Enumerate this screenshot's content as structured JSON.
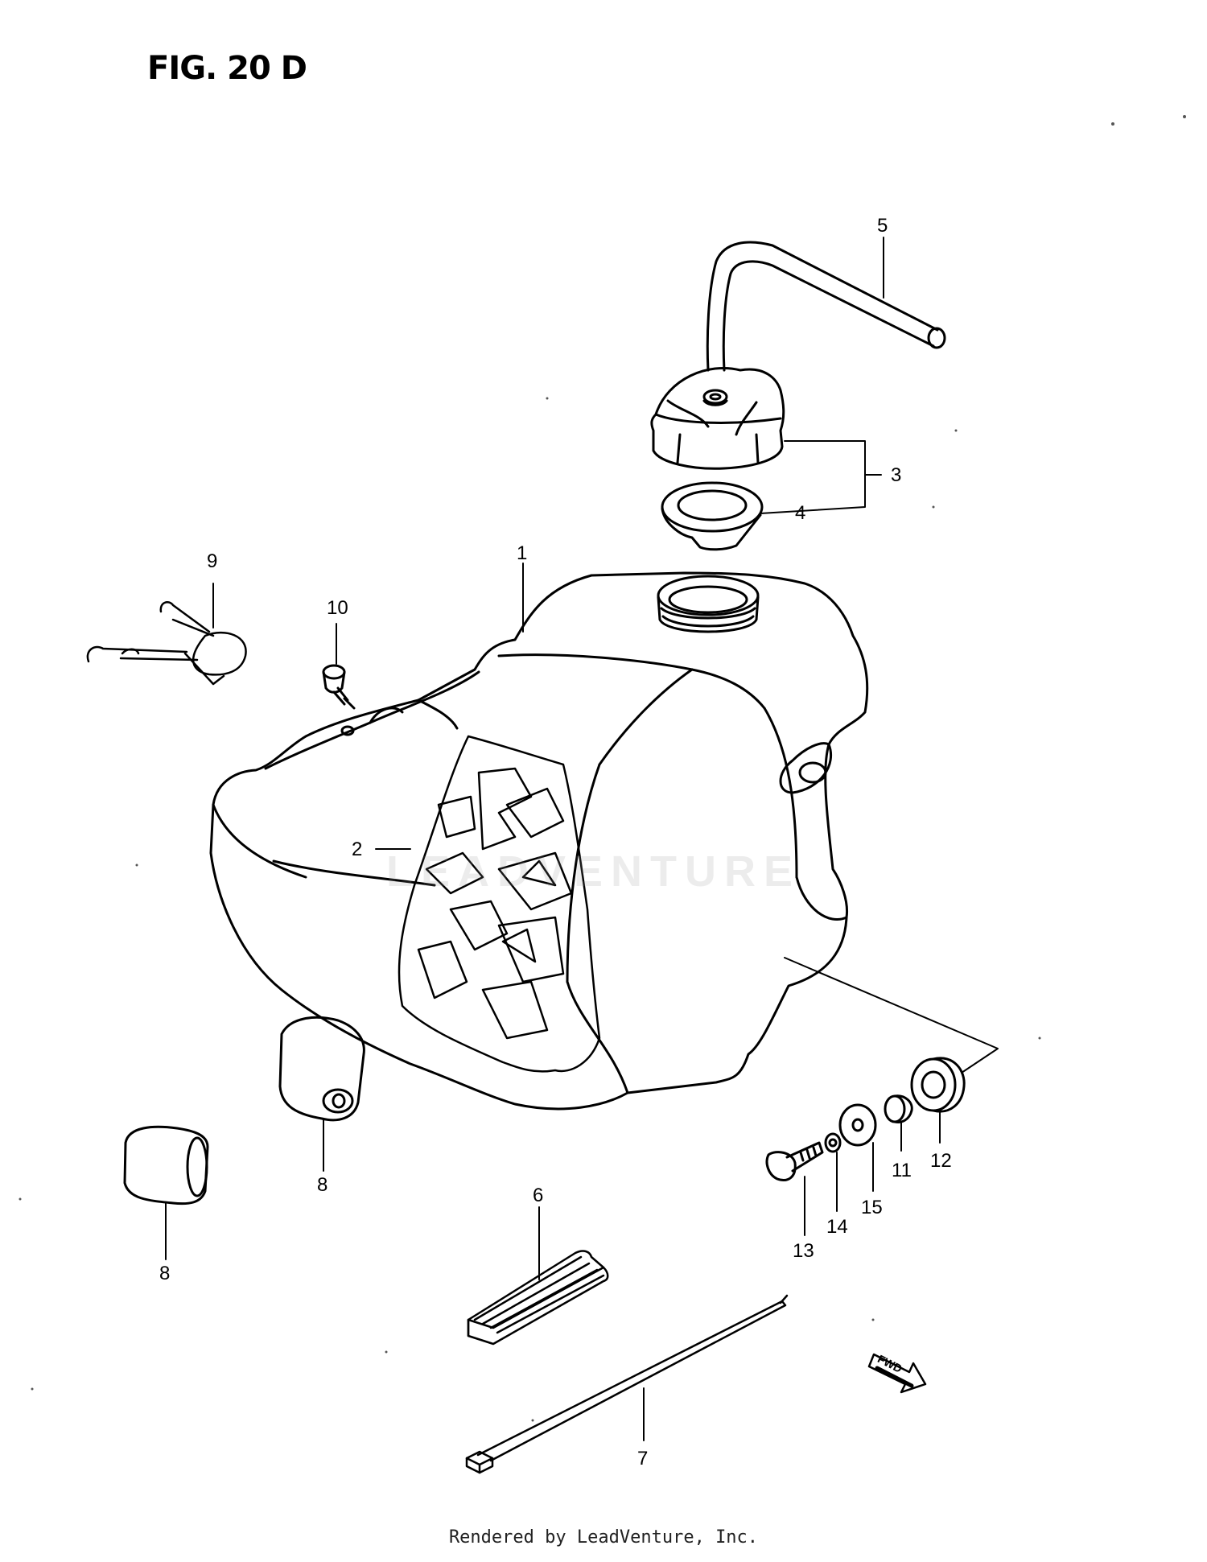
{
  "figure": {
    "title": "FIG. 20 D"
  },
  "callouts": [
    "1",
    "2",
    "3",
    "4",
    "5",
    "6",
    "7",
    "8",
    "8",
    "9",
    "10",
    "11",
    "12",
    "13",
    "14",
    "15"
  ],
  "direction_badge": "FWD",
  "watermark": "LEADVENTURE",
  "footer": "Rendered by LeadVenture, Inc."
}
